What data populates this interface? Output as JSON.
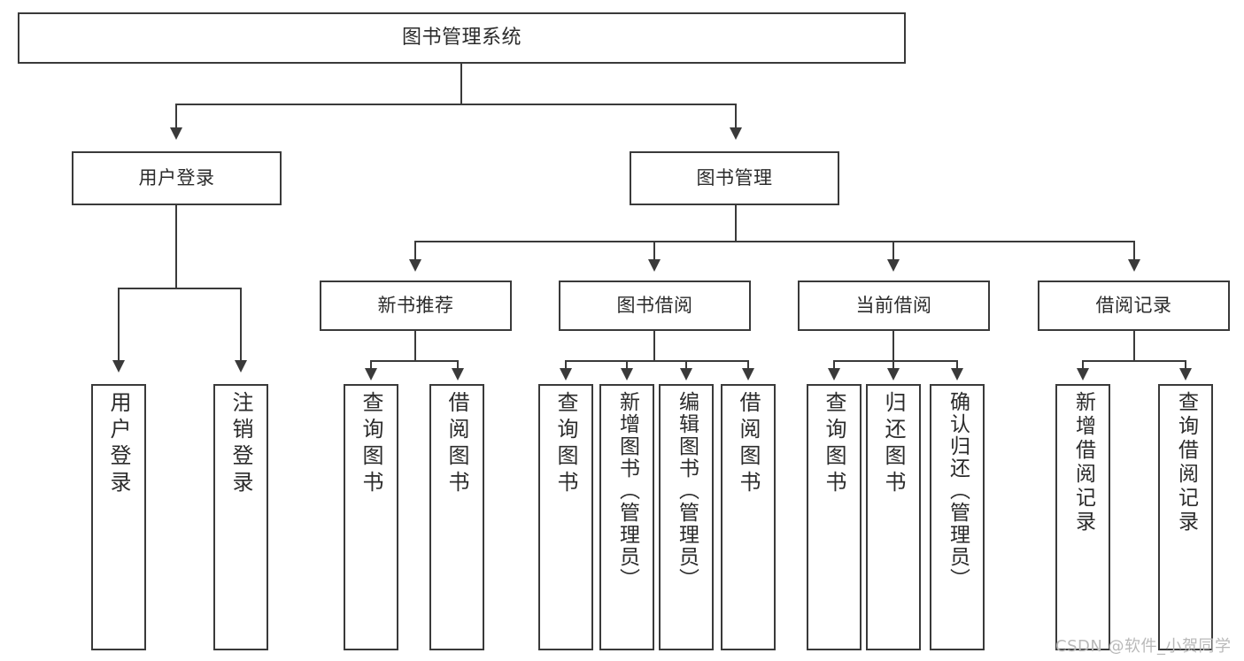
{
  "diagram": {
    "title": "图书管理系统",
    "type": "tree-hierarchy-flowchart",
    "root": {
      "id": "root",
      "label": "图书管理系统"
    },
    "level2": [
      {
        "id": "user-login",
        "label": "用户登录"
      },
      {
        "id": "book-manage",
        "label": "图书管理"
      }
    ],
    "level3": [
      {
        "id": "new-book-rec",
        "label": "新书推荐"
      },
      {
        "id": "book-borrow",
        "label": "图书借阅"
      },
      {
        "id": "current-borrow",
        "label": "当前借阅"
      },
      {
        "id": "borrow-record",
        "label": "借阅记录"
      }
    ],
    "leaves": {
      "user_login": [
        {
          "id": "leaf-user-login",
          "label": "用户登录"
        },
        {
          "id": "leaf-logout-login",
          "label": "注销登录"
        }
      ],
      "new_book_rec": [
        {
          "id": "leaf-query-book-1",
          "label": "查询图书"
        },
        {
          "id": "leaf-borrow-book-1",
          "label": "借阅图书"
        }
      ],
      "book_borrow": [
        {
          "id": "leaf-query-book-2",
          "label": "查询图书"
        },
        {
          "id": "leaf-add-book",
          "label": "新增图书（管理员）"
        },
        {
          "id": "leaf-edit-book",
          "label": "编辑图书（管理员）"
        },
        {
          "id": "leaf-borrow-book-2",
          "label": "借阅图书"
        }
      ],
      "current_borrow": [
        {
          "id": "leaf-query-book-3",
          "label": "查询图书"
        },
        {
          "id": "leaf-return-book",
          "label": "归还图书"
        },
        {
          "id": "leaf-confirm-return",
          "label": "确认归还（管理员）"
        }
      ],
      "borrow_record": [
        {
          "id": "leaf-add-record",
          "label": "新增借阅记录"
        },
        {
          "id": "leaf-query-record",
          "label": "查询借阅记录"
        }
      ]
    }
  },
  "watermark": {
    "text": "CSDN @软件_小贺同学"
  },
  "colors": {
    "stroke": "#3a3a3a",
    "fill": "#ffffff",
    "text": "#2b2b2b",
    "watermark": "#b9b9b9"
  }
}
